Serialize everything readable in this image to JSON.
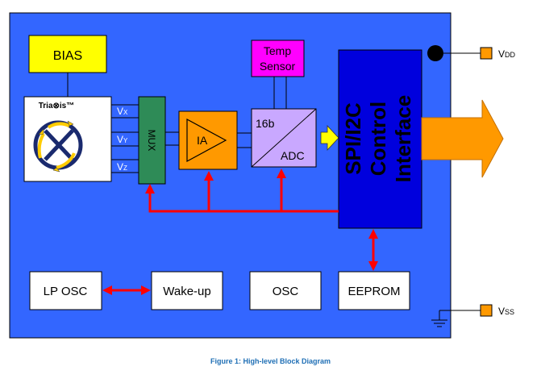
{
  "blocks": {
    "bias": "BIAS",
    "temp_line1": "Temp",
    "temp_line2": "Sensor",
    "sensor_brand": "Tria⊗is™",
    "vx_sub": "X",
    "vy_sub": "Y",
    "vz_sub": "Z",
    "v_letter": "V",
    "mux": "MUX",
    "ia": "IA",
    "adc_bits": "16b",
    "adc": "ADC",
    "spi_line1": "SPI/I2C",
    "spi_line2": "Control",
    "spi_line3": "Interface",
    "lp_osc": "LP OSC",
    "wakeup": "Wake-up",
    "osc": "OSC",
    "eeprom": "EEPROM"
  },
  "pins": {
    "vdd_v": "V",
    "vdd_sub": "DD",
    "vss_v": "V",
    "vss_sub": "SS"
  },
  "caption": "Figure 1: High-level Block Diagram",
  "colors": {
    "background": "#3366ff",
    "bias": "#ffff00",
    "temp": "#ff00ff",
    "mux": "#2e8b57",
    "ia": "#ff9900",
    "adc": "#c9a8ff",
    "spi": "#0000dd",
    "arrow_red": "#ff0000",
    "arrow_yellow": "#ffff00",
    "pin": "#ff9900",
    "caption": "#1f6fb5"
  }
}
